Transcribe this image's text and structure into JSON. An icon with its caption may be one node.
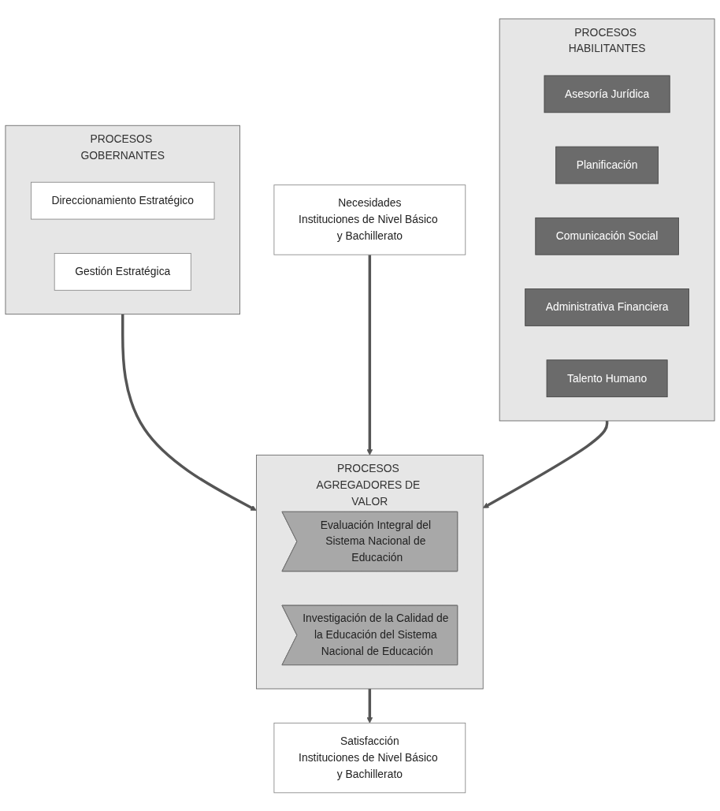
{
  "diagram": {
    "nodes": [
      {
        "text": [
          "PROCESOS GOBERNANTES"
        ]
      },
      {
        "text": [
          "Direccionamiento Estratégico"
        ],
        "in": 0
      },
      {
        "text": [
          "Gestión Estratégica"
        ],
        "in": 0
      },
      {
        "text": [
          "PROCESOS AGREGADORES DE VALOR"
        ]
      },
      {
        "text": [
          "Evaluación Integral del Sistema Nacional de Educación"
        ],
        "in": 3
      },
      {
        "text": [
          "Investigación de la Calidad de la Educación del Sistema Nacional de Educación"
        ],
        "in": 3
      },
      {
        "text": [
          "PROCESOS HABILITANTES"
        ]
      },
      {
        "text": [
          "Asesoría Jurídica"
        ],
        "in": 6
      },
      {
        "text": [
          "Planificación"
        ],
        "in": 6
      },
      {
        "text": [
          "Comunicación Social"
        ],
        "in": 6
      },
      {
        "text": [
          "Administrativa Financiera"
        ],
        "in": 6
      },
      {
        "text": [
          "Talento Humano"
        ],
        "in": 6
      },
      {
        "text": [
          "Necesidades",
          "Instituciones de Nivel Básico y Bachillerato"
        ]
      },
      {
        "text": [
          "Satisfacción",
          "Instituciones de Nivel Básico y Bachillerato"
        ]
      }
    ],
    "edges": [
      {
        "from": 0,
        "to": 3,
        "arrow": "to"
      },
      {
        "from": 12,
        "to": 3,
        "arrow": "to"
      },
      {
        "from": 3,
        "to": 13,
        "arrow": "to"
      },
      {
        "from": 6,
        "to": 3,
        "arrow": "to"
      }
    ]
  }
}
